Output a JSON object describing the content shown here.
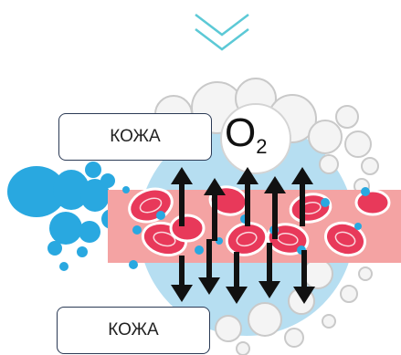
{
  "labels": {
    "top_box": "КОЖА",
    "bottom_box": "КОЖА"
  },
  "gas": {
    "symbol": "O",
    "subscript": "2"
  },
  "icons": [
    "chevron-down-icon",
    "bubbles",
    "red-blood-cells",
    "arrows-up",
    "arrows-down"
  ],
  "colors": {
    "chevron": "#5cc9d6",
    "blue_bubble": "#29a8e0",
    "light_blue_circle": "#a9d8ef",
    "band": "#f4a3a3",
    "cell_fill": "#e8395a",
    "arrow": "#111111",
    "outline_bubble": "#c9c9c9"
  }
}
